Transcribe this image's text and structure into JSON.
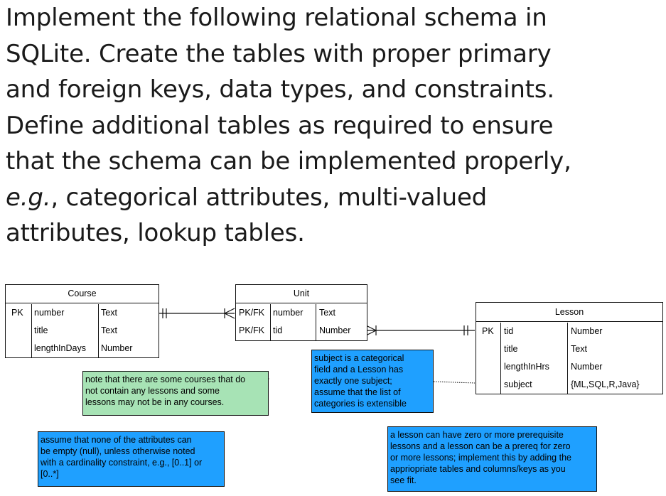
{
  "prompt": {
    "lines": [
      "Implement the following relational schema in",
      "SQLite. Create the tables with proper primary",
      "and foreign keys, data types, and constraints.",
      "Define additional tables as required to ensure",
      "that the schema can be implemented properly,"
    ],
    "line6_em": "e.g.",
    "line6_rest": ", categorical attributes, multi-valued",
    "line7": "attributes, lookup tables."
  },
  "course": {
    "title": "Course",
    "rows": [
      {
        "key": "PK",
        "name": "number",
        "type": "Text"
      },
      {
        "key": "",
        "name": "title",
        "type": "Text"
      },
      {
        "key": "",
        "name": "lengthInDays",
        "type": "Number"
      }
    ]
  },
  "unit": {
    "title": "Unit",
    "rows": [
      {
        "key": "PK/FK",
        "name": "number",
        "type": "Text"
      },
      {
        "key": "PK/FK",
        "name": "tid",
        "type": "Number"
      }
    ]
  },
  "lesson": {
    "title": "Lesson",
    "rows": [
      {
        "key": "PK",
        "name": "tid",
        "type": "Number"
      },
      {
        "key": "",
        "name": "title",
        "type": "Text"
      },
      {
        "key": "",
        "name": "lengthInHrs",
        "type": "Number"
      },
      {
        "key": "",
        "name": "subject",
        "type": "{ML,SQL,R,Java}"
      }
    ]
  },
  "notes": {
    "courses": [
      "note that there are some courses that do",
      "not contain any lessons and some",
      "lessons may not be in any courses."
    ],
    "subject": [
      "subject is a categorical",
      "field and a Lesson has",
      "exactly one subject;",
      "assume that the list of",
      "categories is extensible"
    ],
    "nulls": [
      "assume that none of the attributes can",
      "be empty (null), unless otherwise noted",
      "with a cardinality constraint, e.g., [0..1] or",
      "[0..*]"
    ],
    "prereq": [
      "a lesson can have zero or more prerequisite",
      "lessons and a lesson can be a prereq for zero",
      "or more lessons; implement this by adding the",
      "appriopriate tables and columns/keys as you",
      "see fit."
    ]
  },
  "colors": {
    "green_note": "#a7e3b5",
    "blue_note": "#1fa0ff"
  }
}
